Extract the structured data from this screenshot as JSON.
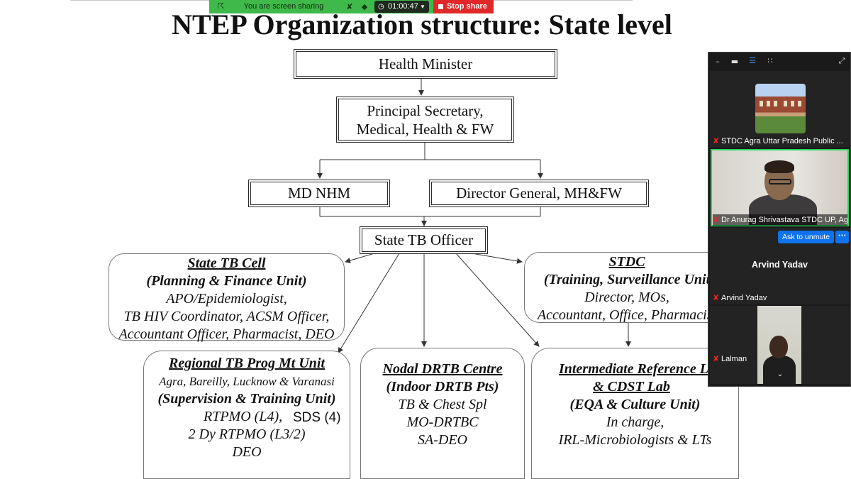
{
  "share_bar": {
    "status": "You are screen sharing",
    "timer": "01:00:47",
    "stop_label": "Stop share",
    "color": "#3fb94a",
    "stop_color": "#e02828",
    "icons": [
      "screen-share-icon",
      "mic-muted-icon",
      "shield-icon",
      "clock-icon",
      "chevron-down-icon",
      "stop-square-icon"
    ]
  },
  "slide": {
    "title": "NTEP Organization structure: State level",
    "health_minister": "Health Minister",
    "principal_secretary": [
      "Principal Secretary,",
      "Medical, Health & FW"
    ],
    "md_nhm": "MD NHM",
    "director_general": "Director General, MH&FW",
    "state_tb_officer": "State TB Officer",
    "state_tb_cell": {
      "heading": "State TB Cell",
      "sub": "(Planning & Finance Unit)",
      "lines": [
        "APO/Epidemiologist,",
        "TB HIV Coordinator, ACSM Officer,",
        "Accountant Officer, Pharmacist, DEO"
      ]
    },
    "stdc": {
      "heading": "STDC",
      "sub": "(Training, Surveillance Unit",
      "lines": [
        "Director, MOs,",
        "Accountant, Office, Pharmacist"
      ]
    },
    "regional": {
      "heading": "Regional TB Prog Mt Unit",
      "cities": "Agra, Bareilly, Lucknow & Varanasi",
      "sub": "(Supervision & Training Unit)",
      "lines": [
        "RTPMO (L4),",
        "2 Dy RTPMO (L3/2)",
        "DEO"
      ]
    },
    "nodal": {
      "heading": "Nodal DRTB Centre",
      "sub": "(Indoor DRTB Pts)",
      "lines": [
        "TB & Chest Spl",
        "MO-DRTBC",
        "SA-DEO"
      ]
    },
    "irl": {
      "heading": "Intermediate Reference Lab",
      "heading2": "& CDST Lab",
      "sub": "(EQA & Culture Unit)",
      "lines": [
        "In charge,",
        "IRL-Microbiologists & LTs"
      ]
    },
    "annotation": "SDS (4)"
  },
  "panel": {
    "toolbar_icons": [
      "minimize-icon",
      "thumbnail-view-icon",
      "speaker-view-icon",
      "gallery-view-icon",
      "expand-icon"
    ],
    "participants": [
      {
        "name": "STDC Agra Uttar Pradesh Public ...",
        "muted": true
      },
      {
        "name": "Dr Anurag Shrivastava STDC UP, Ag...",
        "muted": true,
        "active_speaker": true
      },
      {
        "name": "Arvind Yadav",
        "muted": true,
        "center_name": "Arvind Yadav"
      },
      {
        "name": "Lalman",
        "muted": true
      }
    ],
    "ask_unmute": "Ask to unmute",
    "more": "···",
    "accent": "#0e72ed",
    "speaker_border": "#2bd45a"
  }
}
